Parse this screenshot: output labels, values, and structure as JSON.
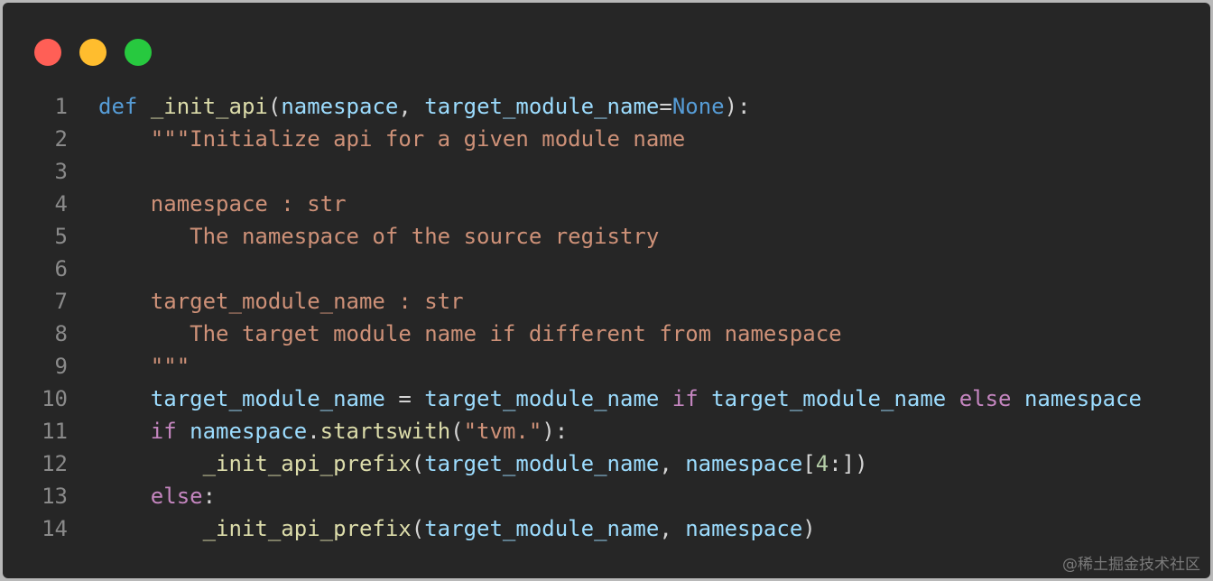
{
  "window": {
    "controls": [
      "close",
      "minimize",
      "maximize"
    ]
  },
  "code": {
    "lines": [
      {
        "n": "1",
        "tokens": [
          [
            "kw",
            "def"
          ],
          [
            "p",
            " "
          ],
          [
            "fn",
            "_init_api"
          ],
          [
            "p",
            "("
          ],
          [
            "var",
            "namespace"
          ],
          [
            "p",
            ", "
          ],
          [
            "var",
            "target_module_name"
          ],
          [
            "p",
            "="
          ],
          [
            "kw",
            "None"
          ],
          [
            "p",
            "):"
          ]
        ]
      },
      {
        "n": "2",
        "tokens": [
          [
            "str",
            "    \"\"\"Initialize api for a given module name"
          ]
        ]
      },
      {
        "n": "3",
        "tokens": [
          [
            "str",
            ""
          ]
        ]
      },
      {
        "n": "4",
        "tokens": [
          [
            "str",
            "    namespace : str"
          ]
        ]
      },
      {
        "n": "5",
        "tokens": [
          [
            "str",
            "       The namespace of the source registry"
          ]
        ]
      },
      {
        "n": "6",
        "tokens": [
          [
            "str",
            ""
          ]
        ]
      },
      {
        "n": "7",
        "tokens": [
          [
            "str",
            "    target_module_name : str"
          ]
        ]
      },
      {
        "n": "8",
        "tokens": [
          [
            "str",
            "       The target module name if different from namespace"
          ]
        ]
      },
      {
        "n": "9",
        "tokens": [
          [
            "str",
            "    \"\"\""
          ]
        ]
      },
      {
        "n": "10",
        "tokens": [
          [
            "p",
            "    "
          ],
          [
            "var",
            "target_module_name"
          ],
          [
            "p",
            " = "
          ],
          [
            "var",
            "target_module_name"
          ],
          [
            "p",
            " "
          ],
          [
            "kw2",
            "if"
          ],
          [
            "p",
            " "
          ],
          [
            "var",
            "target_module_name"
          ],
          [
            "p",
            " "
          ],
          [
            "kw2",
            "else"
          ],
          [
            "p",
            " "
          ],
          [
            "var",
            "namespace"
          ]
        ]
      },
      {
        "n": "11",
        "tokens": [
          [
            "p",
            "    "
          ],
          [
            "kw2",
            "if"
          ],
          [
            "p",
            " "
          ],
          [
            "var",
            "namespace"
          ],
          [
            "p",
            "."
          ],
          [
            "fn",
            "startswith"
          ],
          [
            "p",
            "("
          ],
          [
            "str",
            "\"tvm.\""
          ],
          [
            "p",
            "):"
          ]
        ]
      },
      {
        "n": "12",
        "tokens": [
          [
            "p",
            "        "
          ],
          [
            "fn",
            "_init_api_prefix"
          ],
          [
            "p",
            "("
          ],
          [
            "var",
            "target_module_name"
          ],
          [
            "p",
            ", "
          ],
          [
            "var",
            "namespace"
          ],
          [
            "p",
            "["
          ],
          [
            "num",
            "4"
          ],
          [
            "p",
            ":])"
          ]
        ]
      },
      {
        "n": "13",
        "tokens": [
          [
            "p",
            "    "
          ],
          [
            "kw2",
            "else"
          ],
          [
            "p",
            ":"
          ]
        ]
      },
      {
        "n": "14",
        "tokens": [
          [
            "p",
            "        "
          ],
          [
            "fn",
            "_init_api_prefix"
          ],
          [
            "p",
            "("
          ],
          [
            "var",
            "target_module_name"
          ],
          [
            "p",
            ", "
          ],
          [
            "var",
            "namespace"
          ],
          [
            "p",
            ")"
          ]
        ]
      }
    ]
  },
  "watermark": "@稀土掘金技术社区"
}
